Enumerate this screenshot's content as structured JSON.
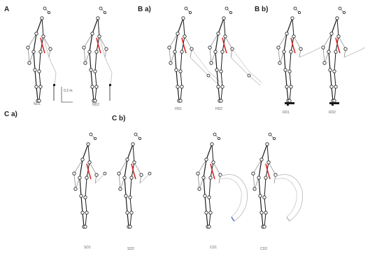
{
  "panels": [
    {
      "label": "A"
    },
    {
      "label": "B a)"
    },
    {
      "label": "B b)"
    },
    {
      "label": "C a)"
    },
    {
      "label": "C b)"
    }
  ],
  "figures": [
    {
      "label": "ND1",
      "panel": "A",
      "variant": "cane-right"
    },
    {
      "label": "ND2",
      "panel": "A",
      "variant": "cane-right"
    },
    {
      "label": "HD1",
      "panel": "B a)",
      "variant": "arm-right"
    },
    {
      "label": "HD2",
      "panel": "B a)",
      "variant": "arm-right"
    },
    {
      "label": "RD1",
      "panel": "B b)",
      "variant": "stand-block"
    },
    {
      "label": "RD2",
      "panel": "B b)",
      "variant": "stand-block"
    },
    {
      "label": "SD1",
      "panel": "C a)",
      "variant": "sit-left"
    },
    {
      "label": "SD2",
      "panel": "C a)",
      "variant": "sit-left"
    },
    {
      "label": "CD1",
      "panel": "C b)",
      "variant": "arc-blue"
    },
    {
      "label": "CD2",
      "panel": "C b)",
      "variant": "arc-gray"
    }
  ],
  "scale_bar": {
    "label": "0.2 m"
  },
  "colors": {
    "skeleton": "#1a1a1a",
    "segment": "#7a7a7a",
    "highlight": "#d62a2a",
    "trace": "#b8b8b8",
    "trace_blue": "#5a66c8",
    "joint_fill": "#ffffff"
  }
}
